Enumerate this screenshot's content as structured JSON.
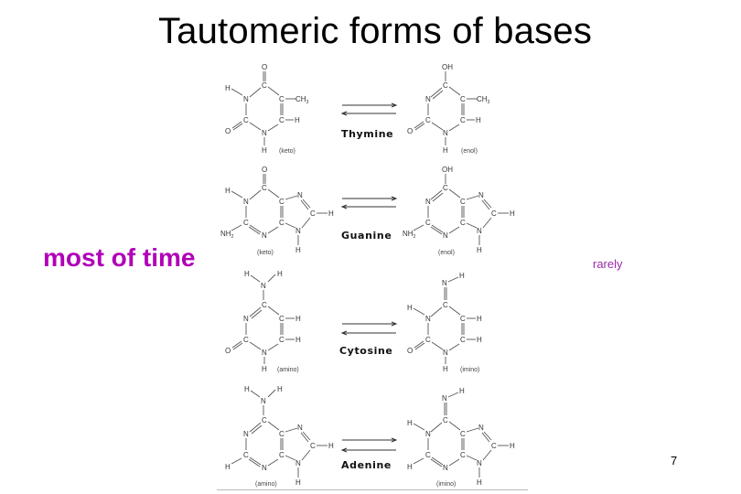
{
  "slide": {
    "title": "Tautomeric forms of bases",
    "left_note": "most of time",
    "right_note": "rarely",
    "page_number": "7",
    "colors": {
      "left_note": "#b000b8",
      "right_note": "#9a2aa8",
      "title": "#000000"
    }
  },
  "figure": {
    "rows": [
      {
        "base": "Thymine",
        "left_form": "(keto)",
        "right_form": "(enol)"
      },
      {
        "base": "Guanine",
        "left_form": "(keto)",
        "right_form": "(enol)"
      },
      {
        "base": "Cytosine",
        "left_form": "(amino)",
        "right_form": "(imino)"
      },
      {
        "base": "Adenine",
        "left_form": "(amino)",
        "right_form": "(imino)"
      }
    ],
    "arrow_icon": "equilibrium-arrows-icon"
  }
}
